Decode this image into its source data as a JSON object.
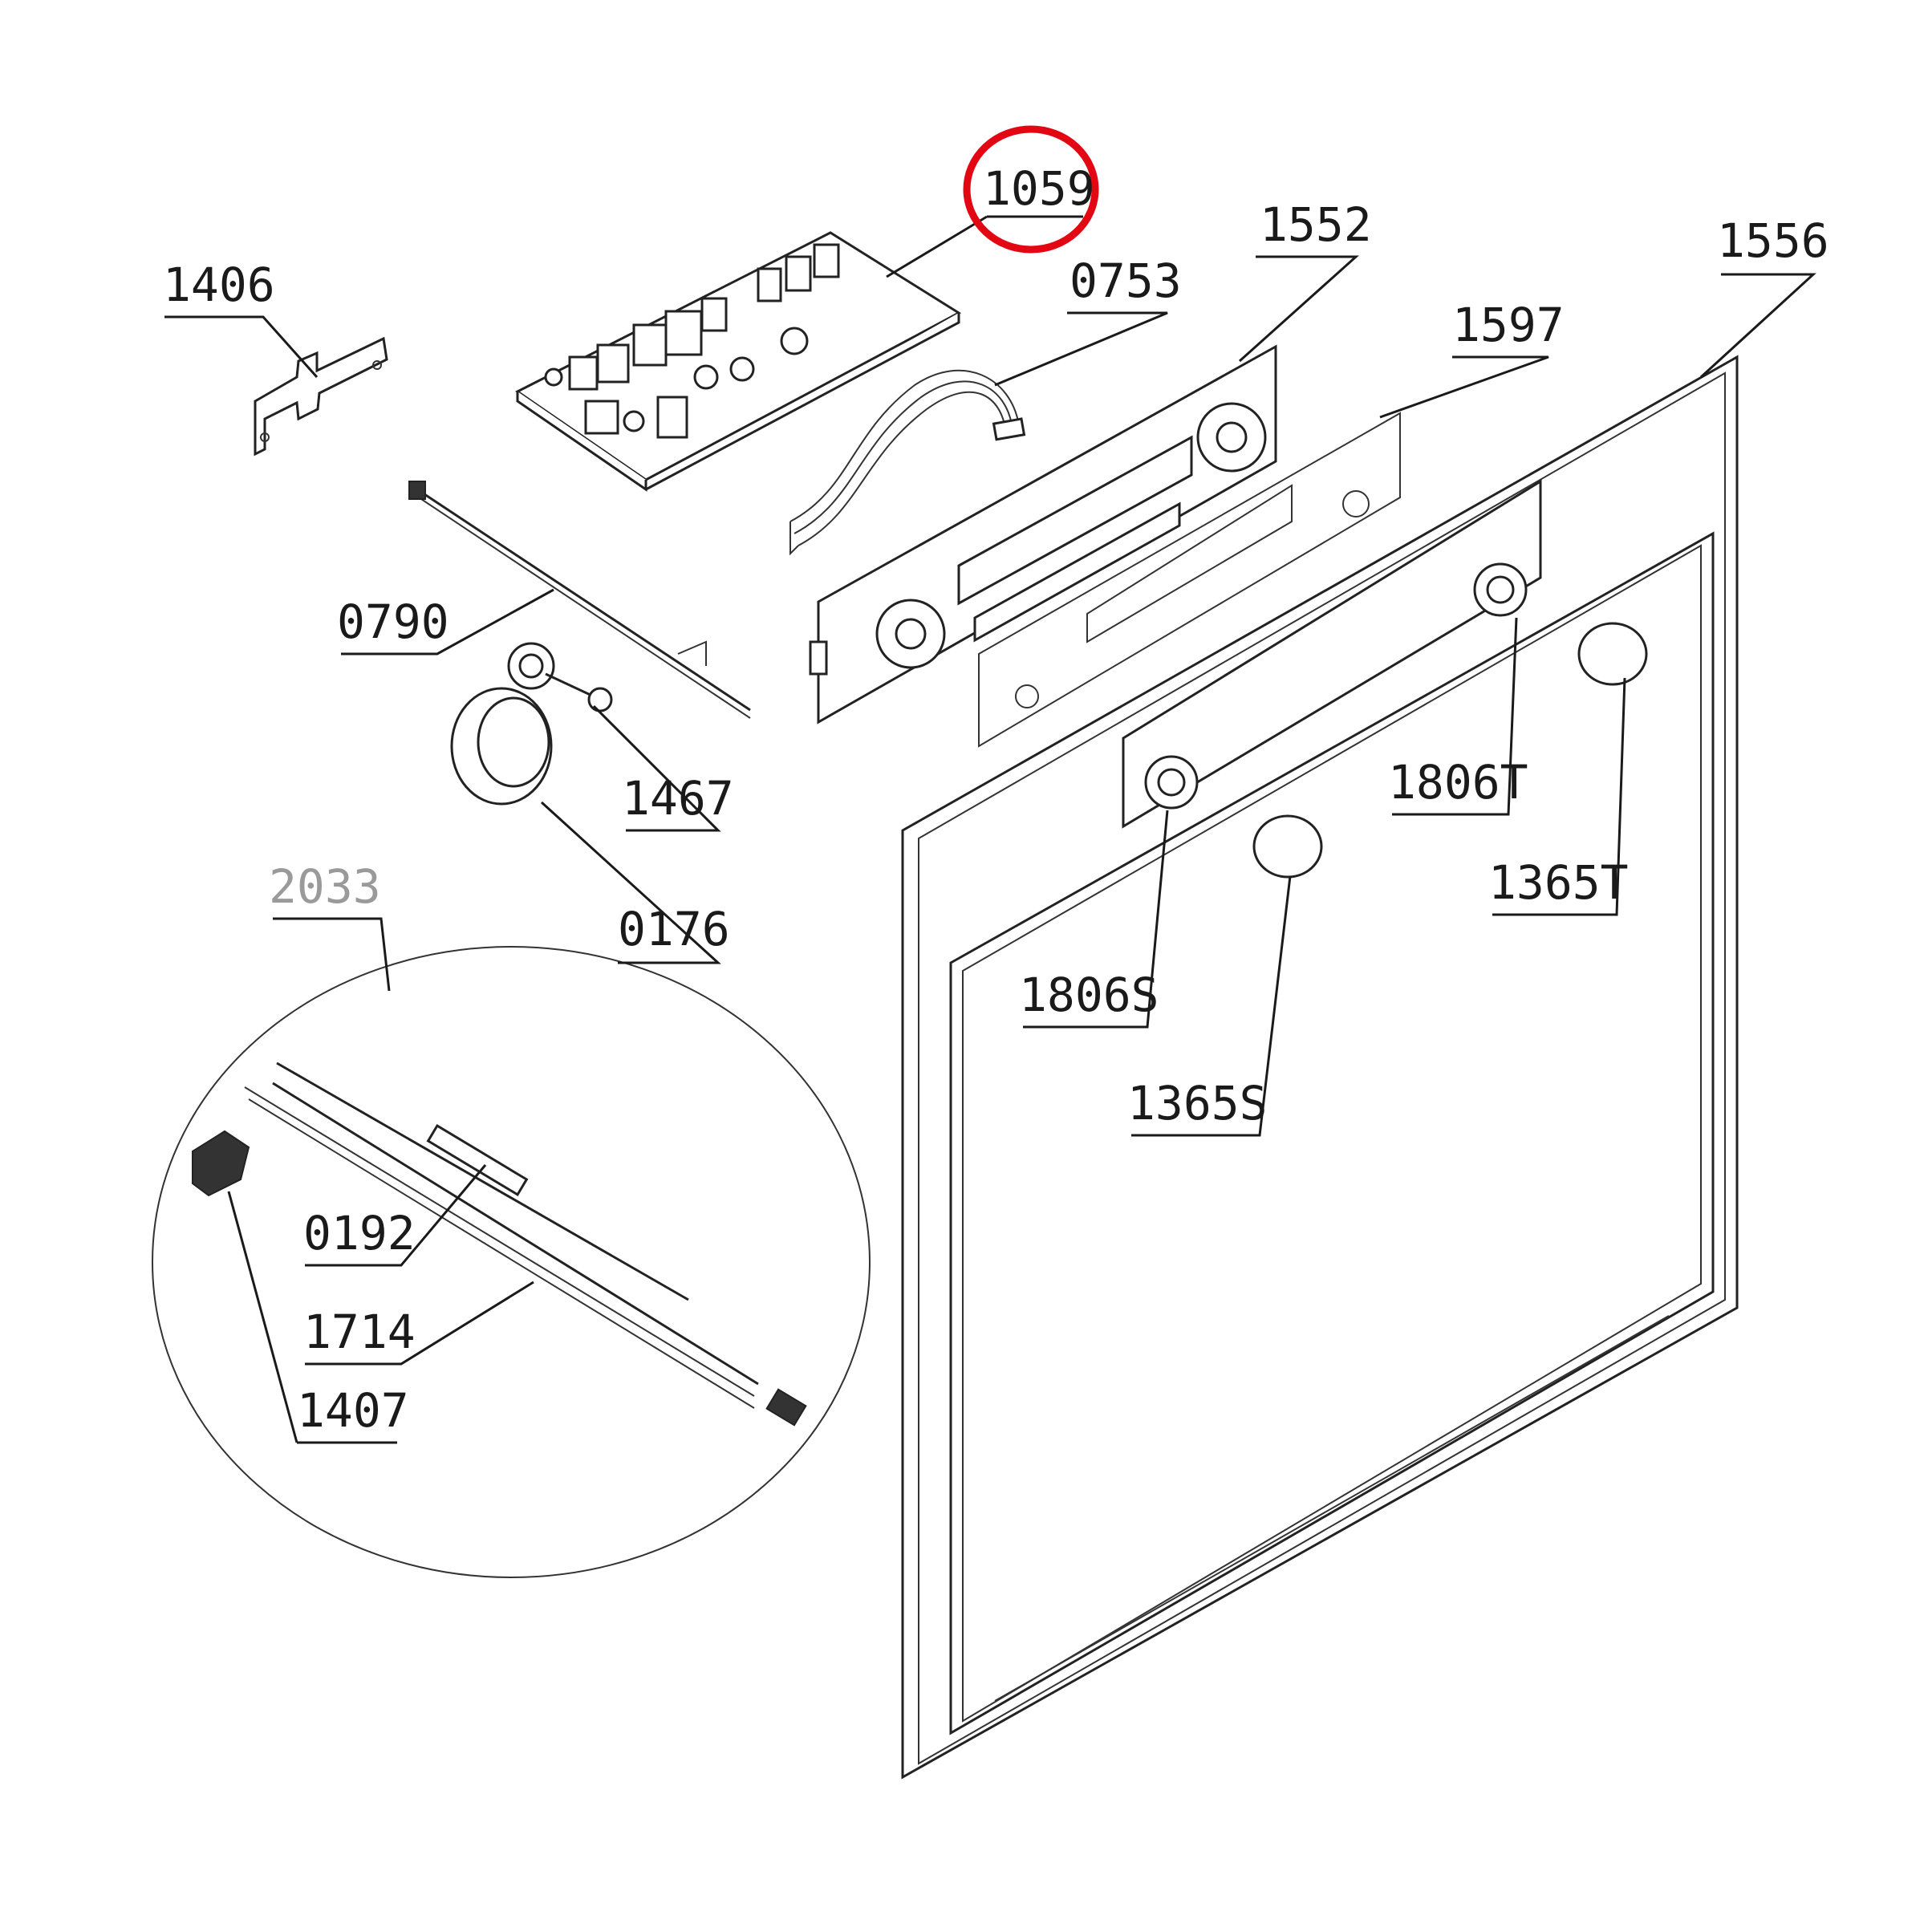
{
  "diagram": {
    "highlight_color": "#e30613",
    "highlighted_part": "1059",
    "labels": {
      "p1406": "1406",
      "p1059": "1059",
      "p1552": "1552",
      "p0753": "0753",
      "p1556": "1556",
      "p1597": "1597",
      "p0790": "0790",
      "p1467": "1467",
      "p0176": "0176",
      "p1806T": "1806T",
      "p1365T": "1365T",
      "p2033": "2033",
      "p1806S": "1806S",
      "p1365S": "1365S",
      "p0192": "0192",
      "p1714": "1714",
      "p1407": "1407"
    }
  }
}
